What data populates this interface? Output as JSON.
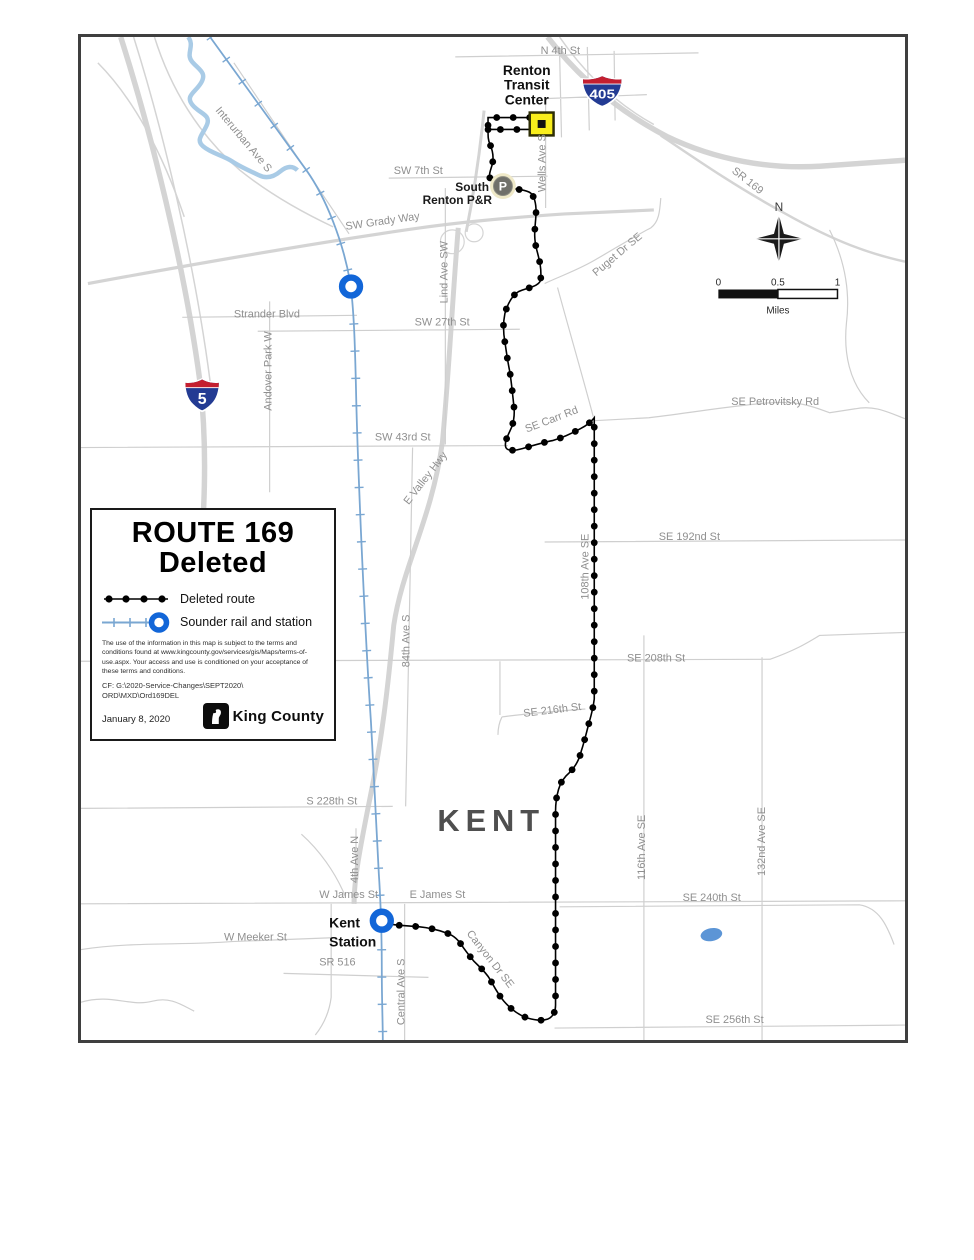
{
  "legend": {
    "title_line1": "ROUTE 169",
    "title_line2": "Deleted",
    "items": [
      {
        "label": "Deleted route"
      },
      {
        "label": "Sounder rail and station"
      }
    ],
    "disclaimer": "The use of the information in this map is subject to the terms and conditions found at www.kingcounty.gov/services/gis/Maps/terms-of-use.aspx. Your access and use is conditioned on your acceptance of these terms and conditions.",
    "cf_line1": "CF:  G:\\2020-Service-Changes\\SEPT2020\\",
    "cf_line2": "ORD\\MXD\\Ord169DEL",
    "date": "January 8, 2020",
    "agency": "King County"
  },
  "markers": {
    "renton_tc": {
      "line1": "Renton",
      "line2": "Transit",
      "line3": "Center"
    },
    "south_renton_pr": {
      "line1": "South",
      "line2": "Renton P&R",
      "symbol": "P"
    },
    "kent_station": {
      "line1": "Kent",
      "line2": "Station"
    },
    "city_label": "KENT"
  },
  "shields": {
    "i5": "5",
    "i405": "405"
  },
  "compass": {
    "north": "N"
  },
  "scalebar": {
    "start": "0",
    "mid": "0.5",
    "end": "1",
    "unit": "Miles"
  },
  "streets": {
    "n_4th_st": "N 4th St",
    "sr_169": "SR 169",
    "sw_7th_st": "SW 7th St",
    "wells_ave_s": "Wells Ave S",
    "sw_grady_way": "SW Grady Way",
    "puget_dr_se": "Puget Dr SE",
    "strander_blvd": "Strander Blvd",
    "sw_27th_st": "SW 27th St",
    "lind_ave_sw": "Lind Ave SW",
    "andover_park_w": "Andover Park W",
    "se_petrovitsky_rd": "SE Petrovitsky Rd",
    "se_carr_rd": "SE Carr Rd",
    "sw_43rd_st": "SW 43rd St",
    "e_valley_hwy": "E Valley Hwy",
    "ave_108th": "108th Ave SE",
    "se_192nd_st": "SE 192nd St",
    "ave_84th": "84th Ave S",
    "se_208th_st": "SE 208th St",
    "se_216th_st": "SE 216th St",
    "s_228th_st": "S 228th St",
    "ave_4th_n": "4th Ave N",
    "w_james_st": "W James St",
    "e_james_st": "E James St",
    "ave_116th": "116th Ave SE",
    "ave_132nd": "132nd Ave SE",
    "se_240th_st": "SE 240th St",
    "w_meeker_st": "W Meeker St",
    "sr_516": "SR 516",
    "central_ave_s": "Central Ave S",
    "canyon_dr_se": "Canyon Dr SE",
    "se_256th_st": "SE 256th St",
    "interurban_ave_s": "Interurban Ave S"
  },
  "colors": {
    "deleted_route": "#000000",
    "sounder_rail": "#7aa7d2",
    "station_ring": "#1266d8",
    "water": "#a9cbe6",
    "roads": "#cfcfcf",
    "transit_center_fill": "#f9ee1c",
    "park_ride_fill": "#70706a",
    "shield_blue": "#233b93",
    "shield_red": "#c41f30"
  }
}
